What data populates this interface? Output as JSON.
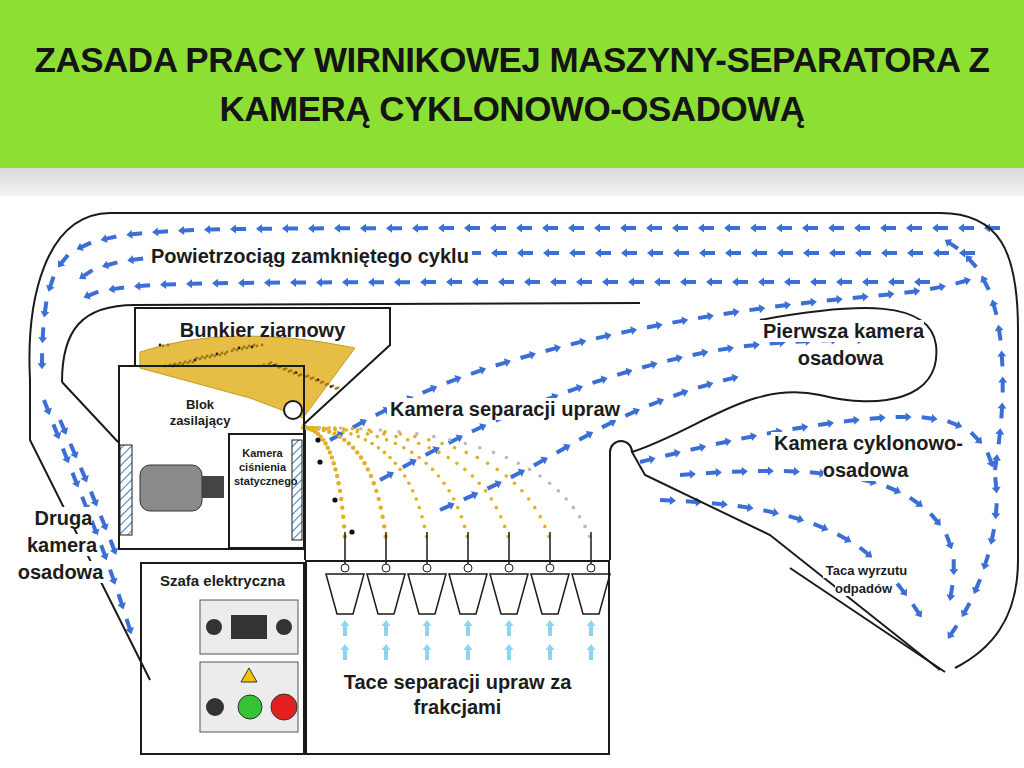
{
  "diagram": {
    "title": "ZASADA PRACY WIRNIKOWEJ MASZYNY-SEPARATORA Z KAMERĄ CYKLONOWO-OSADOWĄ",
    "nodes": [
      {
        "text": [
          "Bunkier ziarnowy"
        ]
      },
      {
        "text": [
          "Blok zasilający"
        ]
      },
      {
        "text": [
          "Kamera ciśnienia statycznego"
        ],
        "in": 1
      },
      {
        "text": [
          "Szafa elektryczna"
        ]
      },
      {
        "text": [
          "Tace separacji upraw za frakcjami"
        ]
      }
    ],
    "labels": [
      "Powietrzociąg zamkniętego cyklu",
      "Kamera separacji upraw",
      "Pierwsza kamera osadowa",
      "Kamera cyklonowo-osadowa",
      "Druga kamera osadowa",
      "Taca wyrzutu odpadów"
    ]
  }
}
